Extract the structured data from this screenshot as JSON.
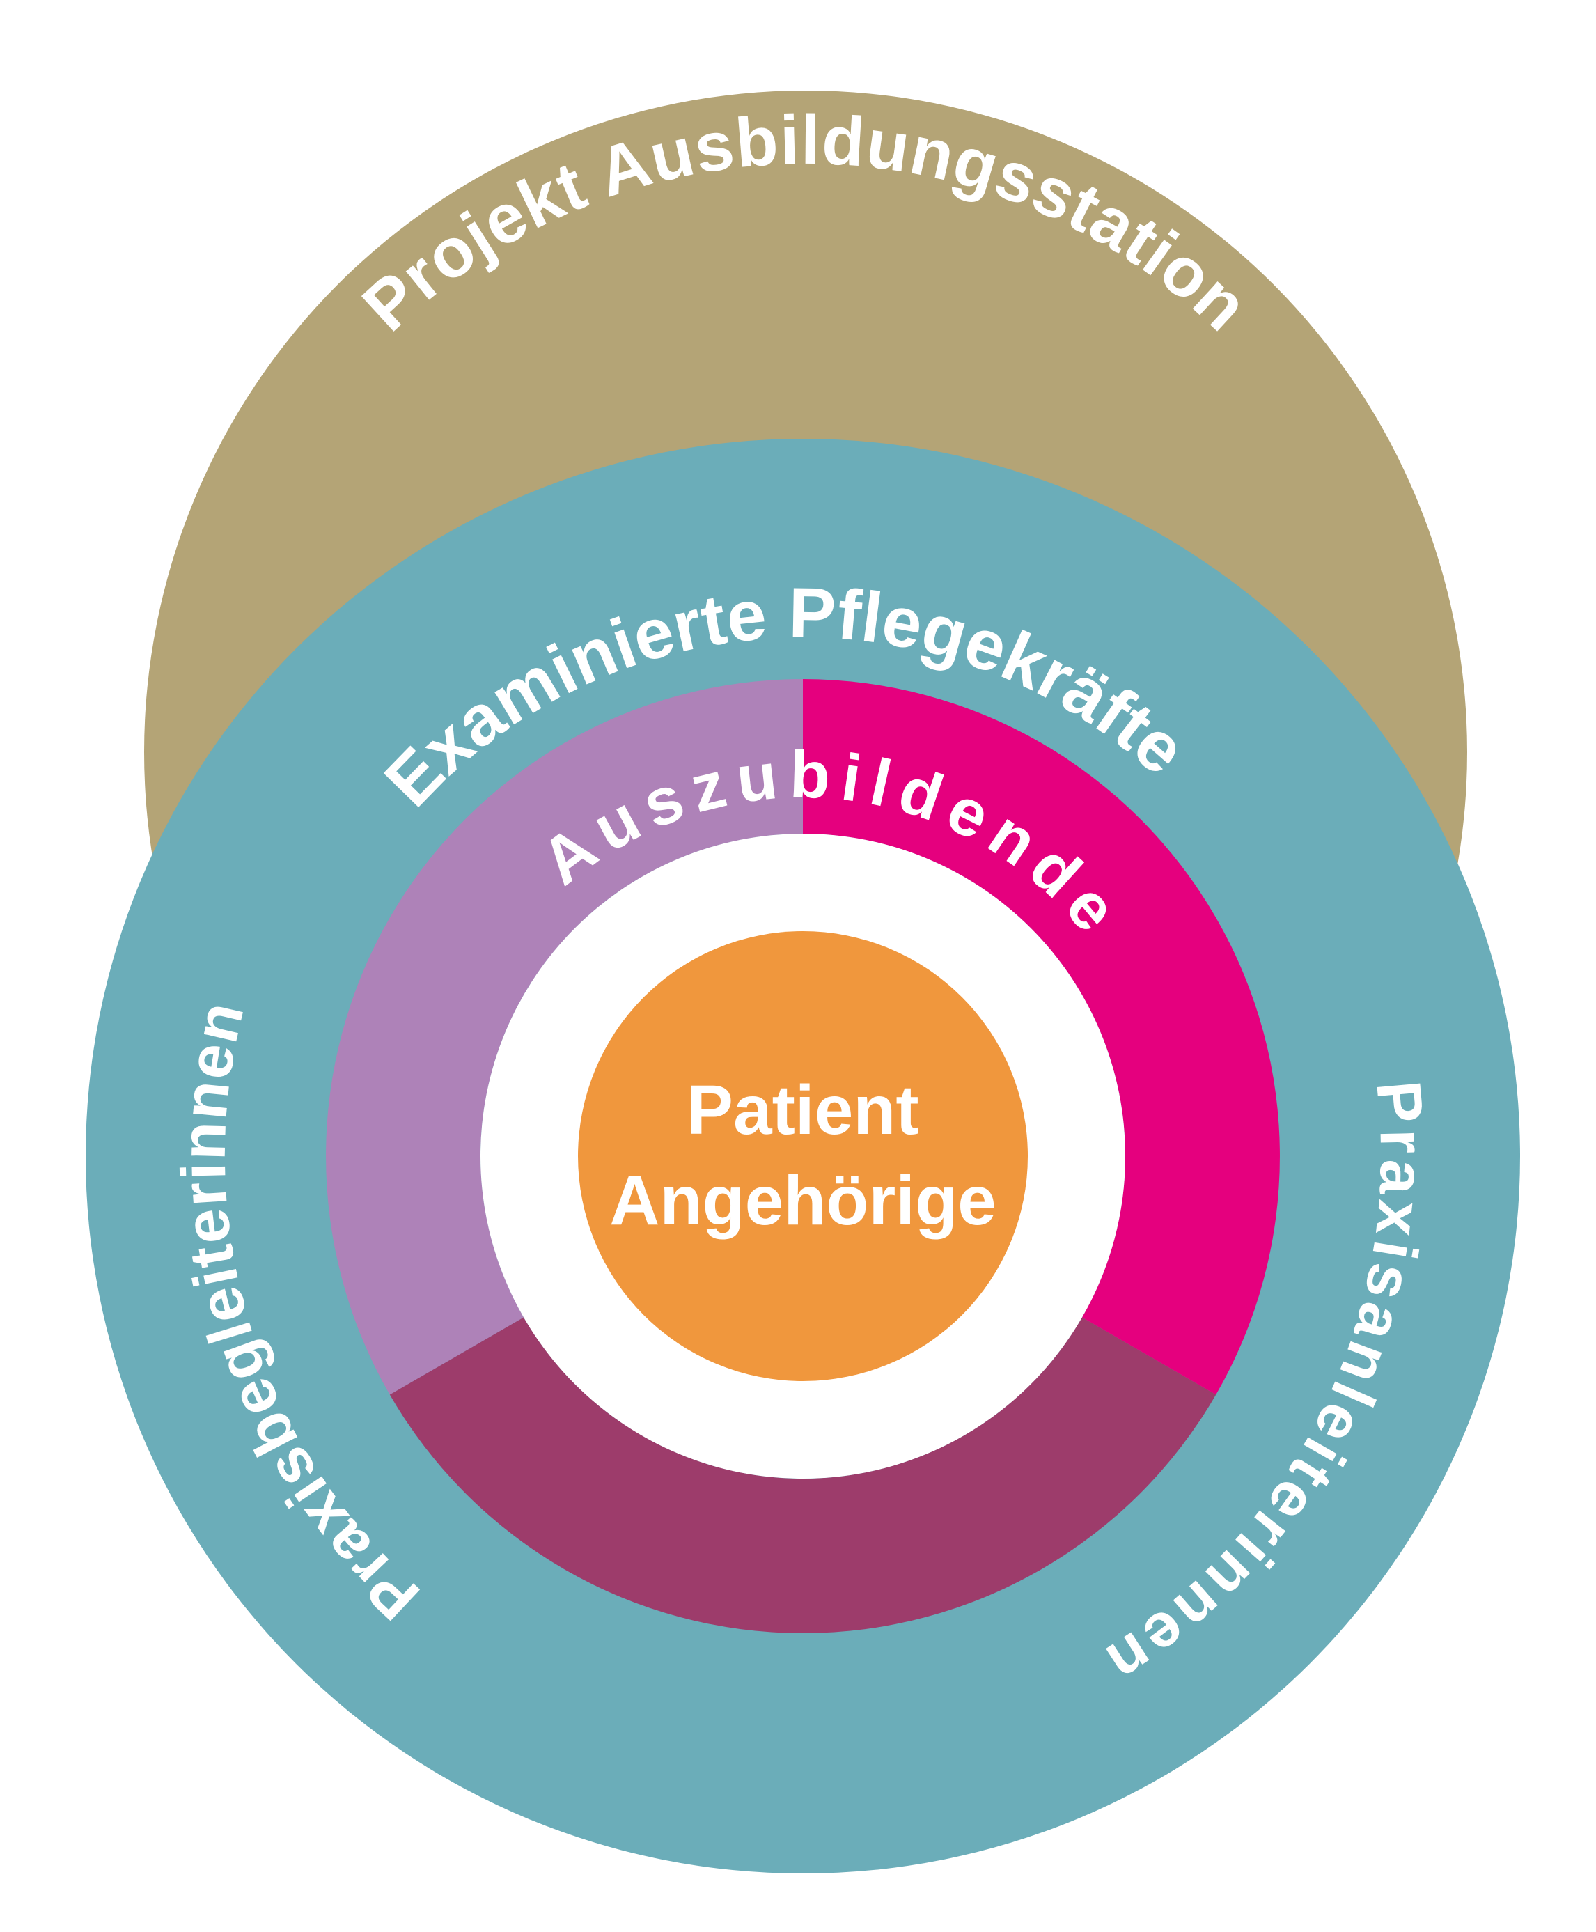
{
  "figure": {
    "type": "concentric-rings-diagram",
    "background_color": "#ffffff",
    "outer_circle": {
      "label": "Projekt Ausbildungsstation",
      "color": "#b4a476",
      "text_color": "#ffffff"
    },
    "main_circle": {
      "color": "#6badb9",
      "label_top": "Examinierte Pflegekräfte",
      "label_left": "Praxisbegleiterinnen",
      "label_right": "Praxisanleiterinnen",
      "text_color": "#ffffff"
    },
    "inner_ring": {
      "label": "Auszubildende",
      "text_color": "#ffffff",
      "segments": {
        "left": {
          "color": "#ae82b8"
        },
        "right": {
          "color": "#e5007e"
        },
        "bottom": {
          "color": "#9d3c6b"
        }
      }
    },
    "middle_gap": {
      "color": "#ffffff"
    },
    "center_circle": {
      "color": "#f0973d",
      "label_line1": "Patient",
      "label_line2": "Angehörige",
      "text_color": "#ffffff"
    }
  }
}
